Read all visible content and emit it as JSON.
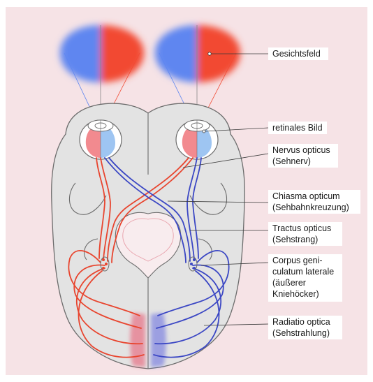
{
  "labels": {
    "visual_field": "Gesichtsfeld",
    "retinal_image": "retinales Bild",
    "optic_nerve": [
      "Nervus opticus",
      "(Sehnerv)"
    ],
    "optic_chiasm": [
      "Chiasma opticum",
      "(Sehbahnkreuzung)"
    ],
    "optic_tract": [
      "Tractus opticus",
      "(Sehstrang)"
    ],
    "lateral_geniculate": [
      "Corpus geni-",
      "culatum laterale",
      "(äußerer",
      "Kniehöcker)"
    ],
    "optic_radiation": [
      "Radiatio optica",
      "(Sehstrahlung)"
    ]
  },
  "colors": {
    "background": "#f6e3e6",
    "brain": "#e3e3e3",
    "brain_outline": "#6c6c6c",
    "left_field_blue": "#5f86f0",
    "right_field_red": "#f24a33",
    "pathway_red": "#e8452f",
    "pathway_blue": "#3b47c4",
    "label_box": "#ffffff"
  }
}
